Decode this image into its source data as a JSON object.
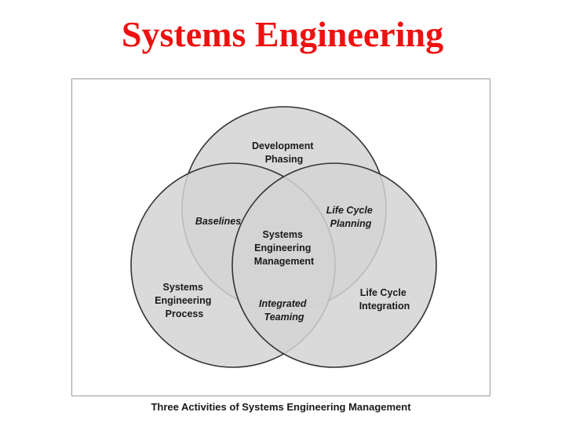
{
  "title": "Systems Engineering",
  "caption": "Three Activities of Systems Engineering Management",
  "colors": {
    "title": "#ee1111",
    "circle_fill": "#d4d4d4",
    "circle_stroke": "#333333",
    "frame_border": "#9a9a9a",
    "text": "#1a1a1a",
    "background": "#ffffff"
  },
  "diagram": {
    "type": "venn-3-circle",
    "circles": [
      {
        "name": "development-phasing",
        "label_lines": [
          "Development",
          "Phasing"
        ],
        "style": "upright"
      },
      {
        "name": "systems-engineering-process",
        "label_lines": [
          "Systems",
          "Engineering",
          "Process"
        ],
        "style": "upright"
      },
      {
        "name": "life-cycle-integration",
        "label_lines": [
          "Life Cycle",
          "Integration"
        ],
        "style": "upright"
      }
    ],
    "intersections": [
      {
        "name": "baselines",
        "label_lines": [
          "Baselines"
        ],
        "style": "italic"
      },
      {
        "name": "life-cycle-planning",
        "label_lines": [
          "Life Cycle",
          "Planning"
        ],
        "style": "italic"
      },
      {
        "name": "integrated-teaming",
        "label_lines": [
          "Integrated",
          "Teaming"
        ],
        "style": "italic"
      },
      {
        "name": "systems-engineering-management",
        "label_lines": [
          "Systems",
          "Engineering",
          "Management"
        ],
        "style": "upright"
      }
    ],
    "labels": {
      "development_phasing_1": "Development",
      "development_phasing_2": "Phasing",
      "baselines": "Baselines",
      "life_cycle_planning_1": "Life Cycle",
      "life_cycle_planning_2": "Planning",
      "center_1": "Systems",
      "center_2": "Engineering",
      "center_3": "Management",
      "se_process_1": "Systems",
      "se_process_2": "Engineering",
      "se_process_3": "Process",
      "lc_integration_1": "Life Cycle",
      "lc_integration_2": "Integration",
      "integrated_teaming_1": "Integrated",
      "integrated_teaming_2": "Teaming"
    }
  }
}
